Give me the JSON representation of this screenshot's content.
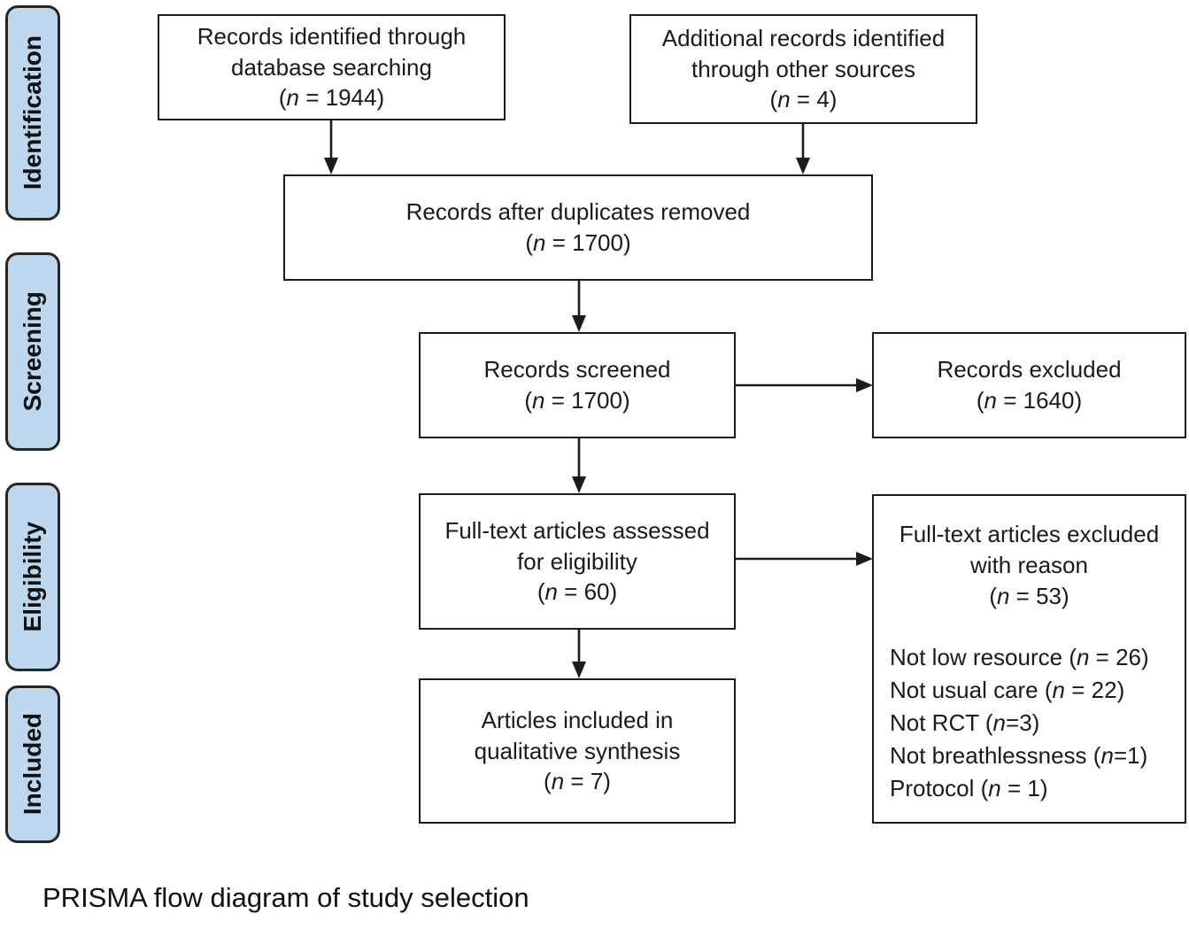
{
  "caption": "PRISMA flow diagram of study selection",
  "colors": {
    "pill_fill": "#bdd7ee",
    "pill_border": "#262626",
    "box_border": "#1c1c1c",
    "box_fill": "#ffffff",
    "text": "#1a1a1a",
    "page_background": "#ffffff"
  },
  "stages": [
    {
      "label": "Identification"
    },
    {
      "label": "Screening"
    },
    {
      "label": "Eligibility"
    },
    {
      "label": "Included"
    }
  ],
  "boxes": {
    "identified_database": {
      "line1": "Records identified through",
      "line2": "database searching",
      "count_open": "(",
      "count_n": "n",
      "count_value": " = 1944)"
    },
    "identified_other": {
      "line1": "Additional records identified",
      "line2": "through other sources",
      "count_open": "(",
      "count_n": "n",
      "count_value": " = 4)"
    },
    "duplicates_removed": {
      "line1": "Records after duplicates removed",
      "count_open": "(",
      "count_n": "n",
      "count_value": " = 1700)"
    },
    "records_screened": {
      "line1": "Records screened",
      "count_open": "(",
      "count_n": "n",
      "count_value": " = 1700)"
    },
    "records_excluded": {
      "line1": "Records excluded",
      "count_open": "(",
      "count_n": "n",
      "count_value": " = 1640)"
    },
    "fulltext_assessed": {
      "line1": "Full-text articles assessed",
      "line2": "for eligibility",
      "count_open": "(",
      "count_n": "n",
      "count_value": " = 60)"
    },
    "fulltext_excluded": {
      "line1": "Full-text articles excluded",
      "line2": "with reason",
      "count_open": "(",
      "count_n": "n",
      "count_value": " = 53)",
      "reasons": [
        {
          "text": "Not low resource ",
          "open": "(",
          "n": "n",
          "value": " = 26)"
        },
        {
          "text": "Not usual care ",
          "open": "(",
          "n": "n",
          "value": " = 22)"
        },
        {
          "text": "Not RCT ",
          "open": "(",
          "n": "n",
          "value": "=3)"
        },
        {
          "text": "Not breathlessness ",
          "open": "(",
          "n": "n",
          "value": "=1)"
        },
        {
          "text": "Protocol ",
          "open": "(",
          "n": "n",
          "value": " = 1)"
        }
      ]
    },
    "articles_included": {
      "line1": "Articles included in",
      "line2": "qualitative synthesis",
      "count_open": "(",
      "count_n": "n",
      "count_value": " = 7)"
    }
  },
  "flow": {
    "type": "prisma-flow-diagram",
    "nodes": [
      {
        "id": "identified_database",
        "stage": "Identification",
        "n": 1944
      },
      {
        "id": "identified_other",
        "stage": "Identification",
        "n": 4
      },
      {
        "id": "duplicates_removed",
        "stage": "Identification",
        "n": 1700
      },
      {
        "id": "records_screened",
        "stage": "Screening",
        "n": 1700
      },
      {
        "id": "records_excluded",
        "stage": "Screening",
        "n": 1640
      },
      {
        "id": "fulltext_assessed",
        "stage": "Eligibility",
        "n": 60
      },
      {
        "id": "fulltext_excluded",
        "stage": "Eligibility",
        "n": 53
      },
      {
        "id": "articles_included",
        "stage": "Included",
        "n": 7
      }
    ],
    "edges": [
      {
        "from": "identified_database",
        "to": "duplicates_removed",
        "direction": "down"
      },
      {
        "from": "identified_other",
        "to": "duplicates_removed",
        "direction": "down"
      },
      {
        "from": "duplicates_removed",
        "to": "records_screened",
        "direction": "down"
      },
      {
        "from": "records_screened",
        "to": "records_excluded",
        "direction": "right"
      },
      {
        "from": "records_screened",
        "to": "fulltext_assessed",
        "direction": "down"
      },
      {
        "from": "fulltext_assessed",
        "to": "fulltext_excluded",
        "direction": "right"
      },
      {
        "from": "fulltext_assessed",
        "to": "articles_included",
        "direction": "down"
      }
    ]
  }
}
